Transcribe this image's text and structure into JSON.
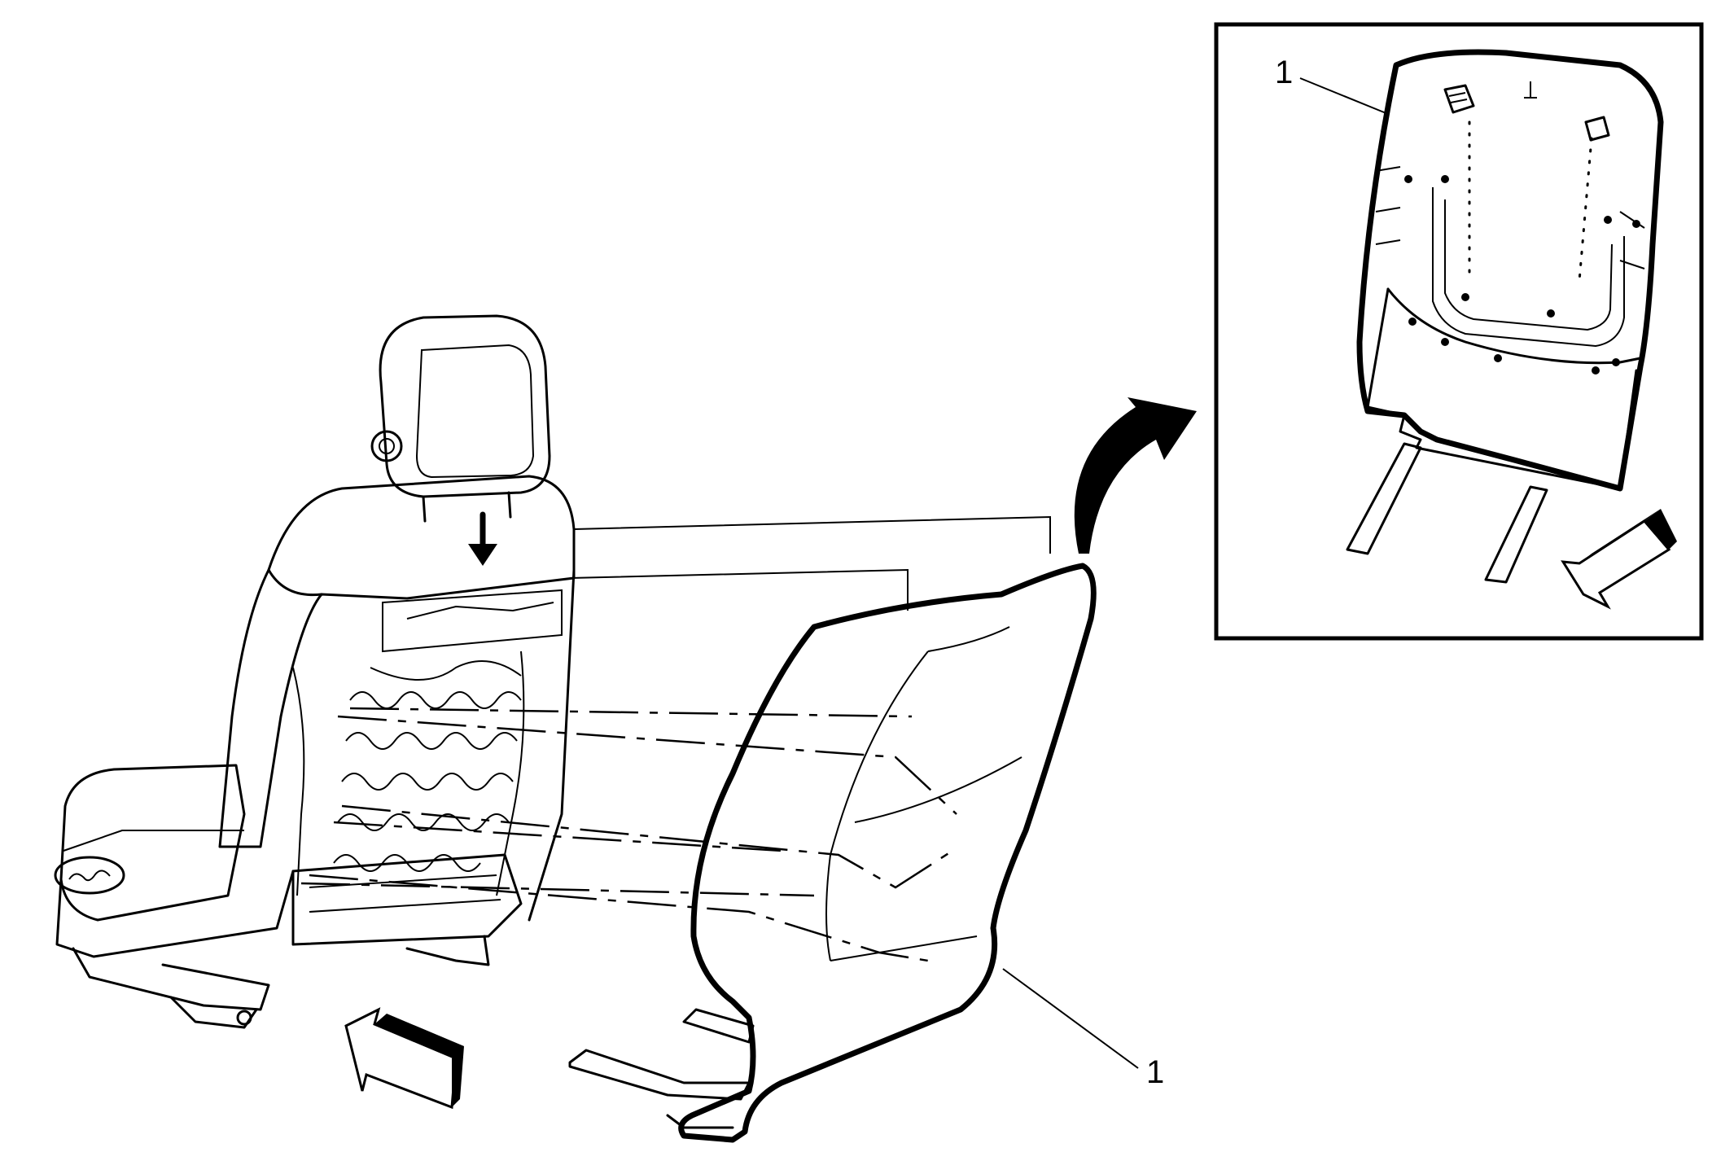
{
  "callouts": {
    "main_label": "1",
    "inset_label": "1"
  },
  "icons": {
    "seat": "seat-assembly-illustration",
    "cover": "seatback-cover-illustration",
    "detail": "seatback-cover-detail-illustration",
    "front_arrow": "front-direction-arrow-icon",
    "down_arrow": "down-arrow-icon",
    "curved_arrow": "detail-view-arrow-icon"
  }
}
